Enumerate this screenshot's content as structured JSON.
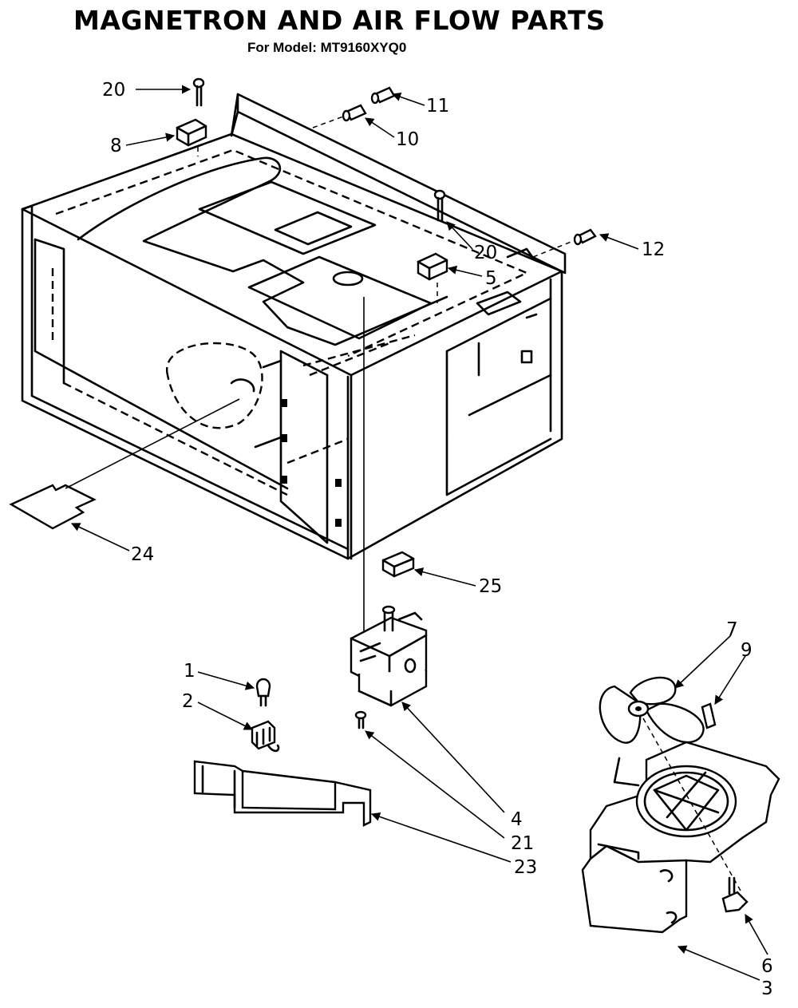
{
  "title": "MAGNETRON AND AIR FLOW PARTS",
  "subtitle": "For Model: MT9160XYQ0",
  "callouts": [
    "20",
    "11",
    "10",
    "8",
    "20",
    "12",
    "5",
    "24",
    "25",
    "7",
    "9",
    "1",
    "2",
    "4",
    "21",
    "23",
    "6",
    "3"
  ]
}
